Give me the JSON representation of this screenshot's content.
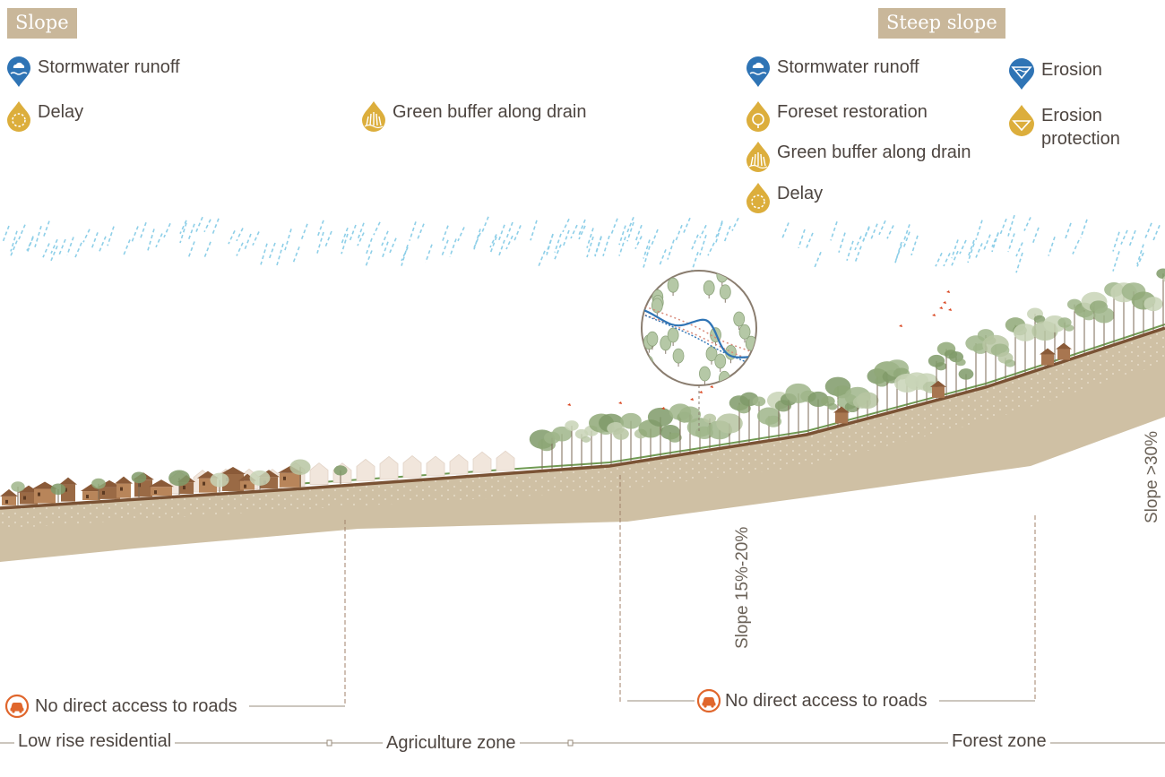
{
  "sections": {
    "slope": {
      "title": "Slope"
    },
    "steep_slope": {
      "title": "Steep slope"
    }
  },
  "legend": {
    "left": [
      {
        "label": "Stormwater runoff",
        "icon": "stormwater-runoff-icon",
        "color": "#2f74b5"
      },
      {
        "label": "Delay",
        "icon": "delay-icon",
        "color": "#dcae3c"
      },
      {
        "label": "Green buffer along drain",
        "icon": "green-buffer-icon",
        "color": "#dcae3c"
      }
    ],
    "right": [
      {
        "label": "Stormwater runoff",
        "icon": "stormwater-runoff-icon",
        "color": "#2f74b5"
      },
      {
        "label": "Foreset restoration",
        "icon": "forest-restoration-icon",
        "color": "#dcae3c"
      },
      {
        "label": "Green buffer along drain",
        "icon": "green-buffer-icon",
        "color": "#dcae3c"
      },
      {
        "label": "Delay",
        "icon": "delay-icon",
        "color": "#dcae3c"
      },
      {
        "label": "Erosion",
        "icon": "erosion-icon",
        "color": "#2f74b5"
      },
      {
        "label": "Erosion\nprotection",
        "icon": "erosion-protection-icon",
        "color": "#dcae3c"
      }
    ]
  },
  "slope_labels": {
    "mid": "Slope 15%-20%",
    "steep": "Slope >30%"
  },
  "road_notes": {
    "left": {
      "label": "No direct access to roads",
      "icon": "car-icon",
      "color": "#e0662c"
    },
    "right": {
      "label": "No direct access to roads",
      "icon": "car-icon",
      "color": "#e0662c"
    }
  },
  "zones": [
    "Low rise residential",
    "Agriculture zone",
    "Forest zone"
  ],
  "colors": {
    "soil": "#cfc0a4",
    "soil_top": "#7a5234",
    "rain": "#8ecfe8",
    "accent": "#c9b79a"
  }
}
